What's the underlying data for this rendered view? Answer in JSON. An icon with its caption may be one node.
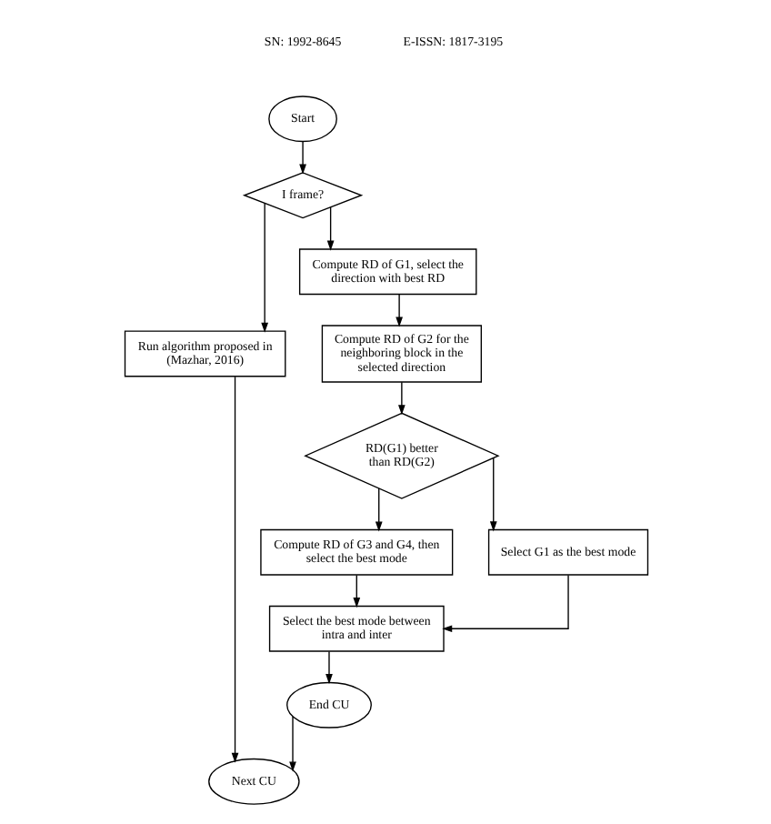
{
  "diagram": {
    "nodes": [
      {
        "text": [
          "Start"
        ]
      },
      {
        "text": [
          "I frame?"
        ]
      },
      {
        "text": [
          "Run algorithm proposed in (Mazhar, 2016)"
        ]
      },
      {
        "text": [
          "Compute RD of G1, select the direction with best RD"
        ]
      },
      {
        "text": [
          "Compute RD of G2 for the neighboring block in the selected direction"
        ]
      },
      {
        "text": [
          "RD(G1) better than RD(G2)"
        ]
      },
      {
        "text": [
          "Compute RD of G3 and G4, then select the best mode"
        ]
      },
      {
        "text": [
          "Select G1 as the best mode"
        ]
      },
      {
        "text": [
          "Select the best mode between intra and inter"
        ]
      },
      {
        "text": [
          "End CU"
        ]
      },
      {
        "text": [
          "Next CU"
        ]
      }
    ],
    "edges": [
      {
        "from": 0,
        "to": 1,
        "arrow": "to"
      },
      {
        "from": 1,
        "to": 2,
        "arrow": "to"
      },
      {
        "from": 1,
        "to": 3,
        "arrow": "to"
      },
      {
        "from": 3,
        "to": 4,
        "arrow": "to"
      },
      {
        "from": 4,
        "to": 5,
        "arrow": "to"
      },
      {
        "from": 5,
        "to": 6,
        "arrow": "to"
      },
      {
        "from": 5,
        "to": 7,
        "arrow": "to"
      },
      {
        "from": 6,
        "to": 8,
        "arrow": "to"
      },
      {
        "from": 7,
        "to": 8,
        "arrow": "to"
      },
      {
        "from": 8,
        "to": 9,
        "arrow": "to"
      },
      {
        "from": 9,
        "to": 10,
        "arrow": "to"
      },
      {
        "from": 2,
        "to": 10,
        "arrow": "to"
      }
    ],
    "labels": [
      "SN: 1992-8645",
      "E-ISSN: 1817-3195"
    ]
  }
}
